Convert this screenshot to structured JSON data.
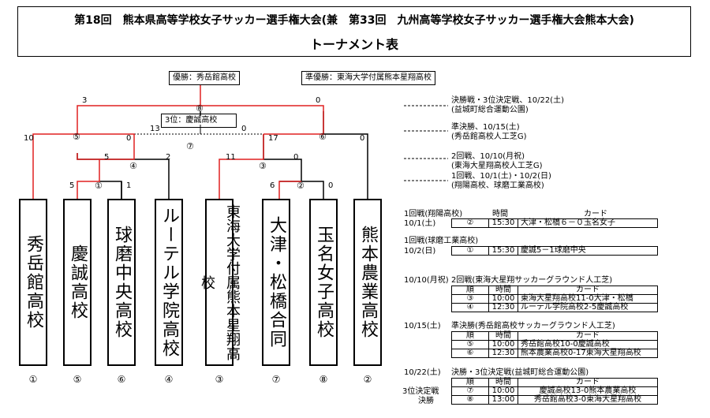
{
  "title": {
    "main": "第18回　熊本県高等学校女子サッカー選手権大会(兼　第33回　九州高等学校女子サッカー選手権大会熊本大会)",
    "sub": "トーナメント表"
  },
  "results": {
    "winner": "優勝：秀岳館高校",
    "runner_up": "準優勝：東海大学付属熊本星翔高校",
    "third": "3位：慶誠高校"
  },
  "bracket": {
    "final_no": "⑧",
    "third_no": "⑦",
    "sf_left_no": "⑤",
    "sf_right_no": "⑥",
    "qf_left_no": "④",
    "qf_right_no": "③",
    "r1_left_no": "①",
    "r1_right_no": "②",
    "score_final_left": "3",
    "score_final_right": "0",
    "score_third_left": "13",
    "score_third_right": "0",
    "score_sf_left_a": "10",
    "score_sf_left_b": "0",
    "score_sf_right_a": "17",
    "score_sf_right_b": "0",
    "score_qf_left_a": "5",
    "score_qf_left_b": "2",
    "score_qf_right_a": "11",
    "score_qf_right_b": "0",
    "score_r1_left_a": "5",
    "score_r1_left_b": "1",
    "score_r1_right_a": "6",
    "score_r1_right_b": "0"
  },
  "teams": [
    {
      "name": "秀岳館高校",
      "pos": "①"
    },
    {
      "name": "慶誠高校",
      "pos": "⑤"
    },
    {
      "name": "球磨中央高校",
      "pos": "⑥"
    },
    {
      "name": "ルーテル学院高校",
      "pos": "④"
    },
    {
      "name": "東海大学付属熊本星翔高校",
      "pos": "③"
    },
    {
      "name": "大津・松橋合同",
      "pos": "⑦"
    },
    {
      "name": "玉名女子高校",
      "pos": "⑧"
    },
    {
      "name": "熊本農業高校",
      "pos": "②"
    }
  ],
  "schedule": [
    {
      "line": "決勝戦・3位決定戦、10/22(土)",
      "venue": "(益城町総合運動公園)"
    },
    {
      "line": "準決勝、10/15(土)",
      "venue": "(秀岳館高校人工芝G)"
    },
    {
      "line": "2回戦、10/10(月祝)",
      "venue": "(東海大星翔高校人工芝G)"
    },
    {
      "line": "1回戦、10/1(土)・10/2(日)",
      "venue": "(翔陽高校、球磨工業高校)"
    }
  ],
  "sections": {
    "s1": {
      "date": "10/1(土)",
      "title": "1回戦(翔陽高校)",
      "h_time": "時間",
      "h_card": "カード",
      "rows": [
        {
          "no": "②",
          "time": "15:30",
          "card": "大津・松橋６－０玉名女子"
        }
      ]
    },
    "s2": {
      "date": "10/2(日)",
      "title": "1回戦(球磨工業高校)",
      "rows": [
        {
          "no": "①",
          "time": "15:30",
          "card": "慶誠5－1球磨中央"
        }
      ]
    },
    "s3": {
      "date": "10/10(月祝)",
      "title": "2回戦(東海大星翔サッカーグラウンド人工芝)",
      "h_no": "順",
      "h_time": "時間",
      "h_card": "カード",
      "rows": [
        {
          "no": "③",
          "time": "10:00",
          "card": "東海大星翔高校11-0大津・松橋"
        },
        {
          "no": "④",
          "time": "12:30",
          "card": "ルーテル学院高校2-5慶誠高校"
        }
      ]
    },
    "s4": {
      "date": "10/15(土)",
      "title": "準決勝(秀岳館高校サッカーグラウンド人工芝)",
      "h_no": "順",
      "h_time": "時間",
      "h_card": "カード",
      "rows": [
        {
          "no": "⑤",
          "time": "10:00",
          "card": "秀岳館高校10-0慶誠高校"
        },
        {
          "no": "⑥",
          "time": "12:30",
          "card": "熊本農業高校0-17東海大星翔高校"
        }
      ]
    },
    "s5": {
      "date": "10/22(土)",
      "title": "決勝・3位決定戦(益城町総合運動公園)",
      "h_no": "順",
      "h_time": "時間",
      "h_card": "カード",
      "rows": [
        {
          "label": "3位決定戦",
          "no": "⑦",
          "time": "10:00",
          "card": "慶誠高校13-0熊本農業高校"
        },
        {
          "label": "決勝",
          "no": "⑧",
          "time": "13:00",
          "card": "秀岳館高校3-0東海大星翔高校"
        }
      ]
    }
  },
  "colors": {
    "win": "#e02020",
    "line": "#000000"
  }
}
